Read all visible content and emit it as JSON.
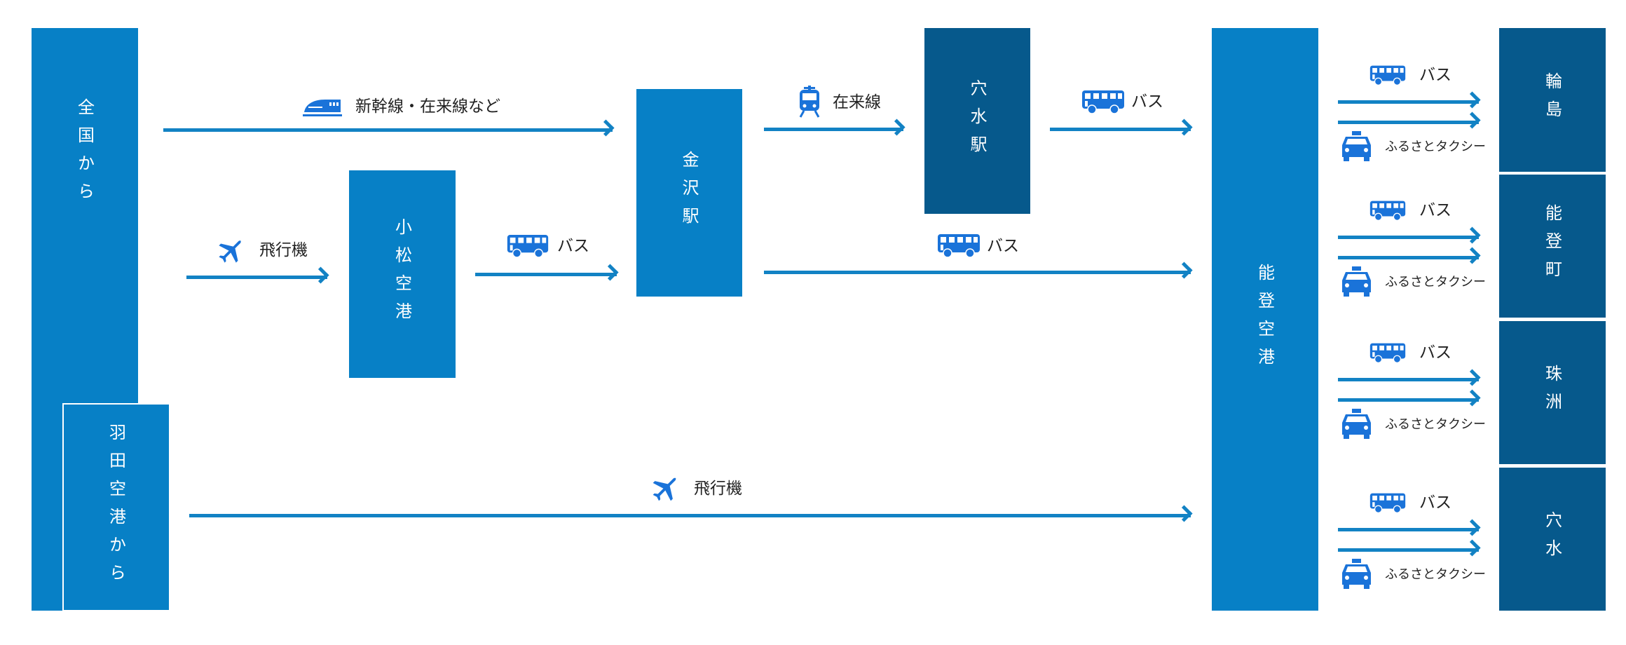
{
  "colors": {
    "box": "#0780c6",
    "box_dark": "#06598c",
    "arrow": "#1282c4",
    "icon": "#1a73d9"
  },
  "origins": {
    "nationwide": "全国から",
    "haneda": "羽田空港から"
  },
  "nodes": {
    "komatsu": "小松空港",
    "kanazawa": "金沢駅",
    "anamizu_station": "穴水駅",
    "noto_airport": "能登空港"
  },
  "destinations": [
    "輪島",
    "能登町",
    "珠洲",
    "穴水"
  ],
  "routes": {
    "shinkansen": "新幹線・在来線など",
    "plane": "飛行機",
    "bus": "バス",
    "local_line": "在来線",
    "taxi": "ふるさとタクシー"
  }
}
